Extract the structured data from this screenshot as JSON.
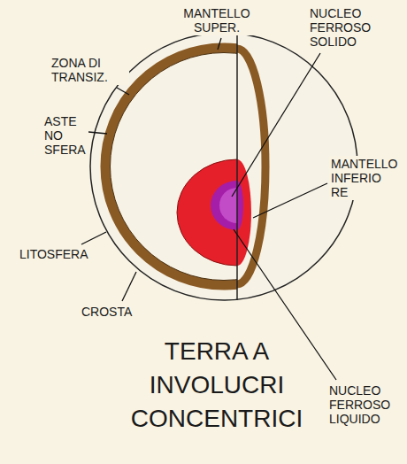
{
  "diagram": {
    "caption": "TERRA A INVOLUCRI CONCENTRICI",
    "labels": [
      "MANTELLO SUPER.",
      "NUCLEO FERROSO SOLIDO",
      "ZONA DI TRANSIZ.",
      "ASTE NO SFERA",
      "MANTELLO INFERIO RE",
      "LITOSFERA",
      "CROSTA",
      "NUCLEO FERROSO LIQUIDO"
    ]
  }
}
